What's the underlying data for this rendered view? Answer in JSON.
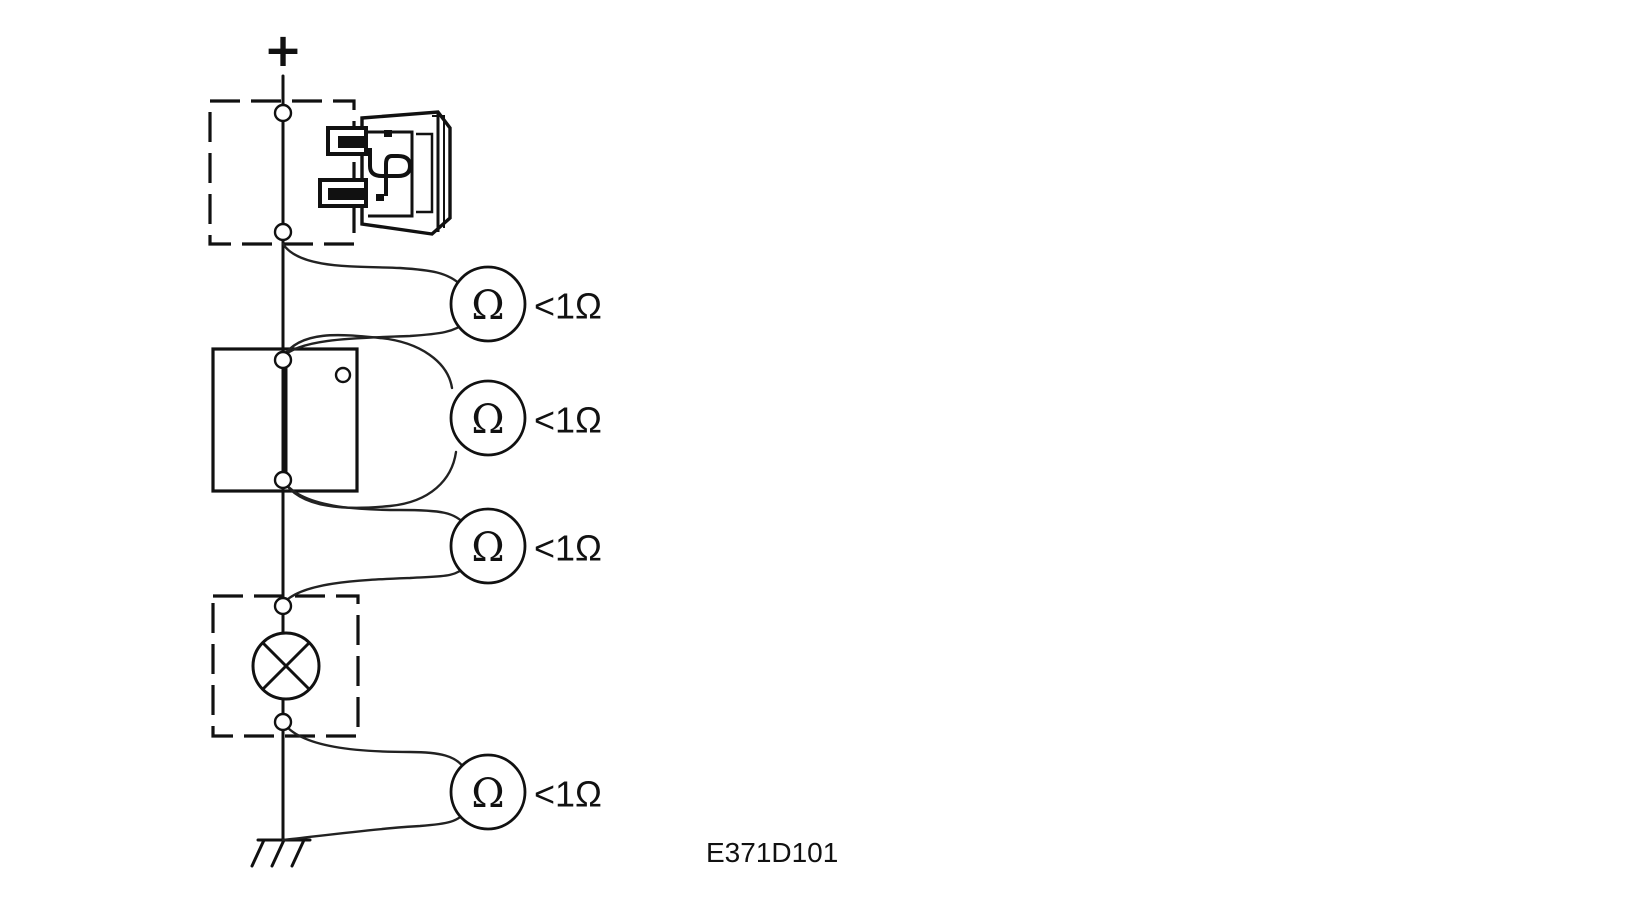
{
  "supply": {
    "positive_symbol": "+"
  },
  "meters": [
    {
      "symbol": "Ω",
      "reading": "<1Ω"
    },
    {
      "symbol": "Ω",
      "reading": "<1Ω"
    },
    {
      "symbol": "Ω",
      "reading": "<1Ω"
    },
    {
      "symbol": "Ω",
      "reading": "<1Ω"
    }
  ],
  "figure_ref": "E371D101"
}
